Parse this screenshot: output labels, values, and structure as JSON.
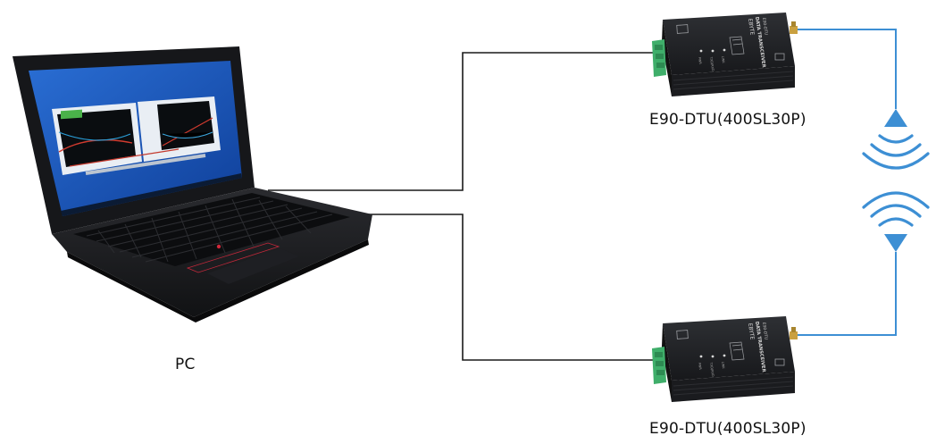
{
  "diagram": {
    "pc_label": "PC",
    "device_top_label": "E90-DTU(400SL30P)",
    "device_bottom_label": "E90-DTU(400SL30P)",
    "device_face_brand": "EBYTE",
    "device_face_title": "DATA TRANSCEIVER",
    "device_face_model": "E90-DTU",
    "device_face_leds": [
      "PWR",
      "TXD/RXD",
      "LINK"
    ],
    "colors": {
      "wired_link": "#1a1a1a",
      "wireless_link": "#3d8fd4",
      "device_body": "#1e1f22",
      "terminal_block": "#3fae6a",
      "laptop_body": "#1b1c1f",
      "screen_background": "#1d57b5"
    },
    "icons": [
      "laptop-icon",
      "antenna-icon",
      "wireless-signal-icon"
    ]
  }
}
